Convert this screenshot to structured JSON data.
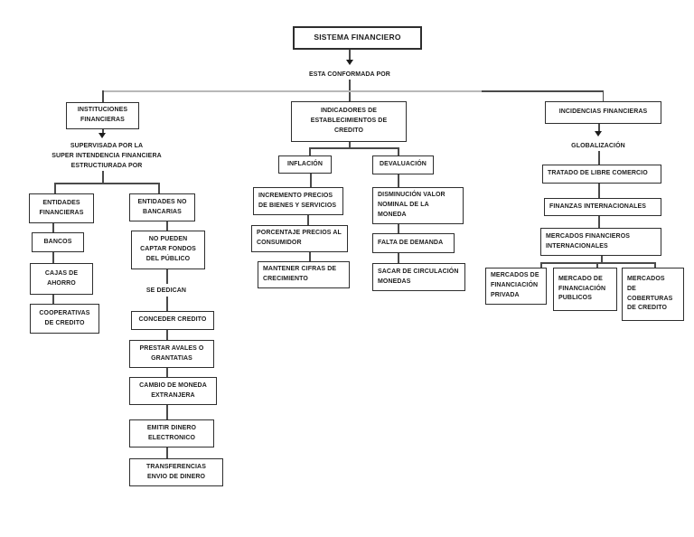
{
  "colors": {
    "background": "#ffffff",
    "box_border": "#2e2e2e",
    "text": "#1c1c1c",
    "connector": "#4a4a4a",
    "connector_light": "#b8b8b8"
  },
  "nodes": {
    "sistema": {
      "label": "SISTEMA FINANCIERO"
    },
    "conformada": {
      "label": "ESTA CONFORMADA POR"
    },
    "instituciones": {
      "label": "INSTITUCIONES\nFINANCIERAS"
    },
    "supervisada": {
      "label": "SUPERVISADA POR LA\nSUPER INTENDENCIA FINANCIERA\nESTRUCTIURADA POR"
    },
    "entidades_fin": {
      "label": "ENTIDADES\nFINANCIERAS"
    },
    "bancos": {
      "label": "BANCOS"
    },
    "cajas": {
      "label": "CAJAS DE\nAHORRO"
    },
    "cooperativas": {
      "label": "COOPERATIVAS\nDE CREDITO"
    },
    "entidades_no": {
      "label": "ENTIDADES NO\nBANCARIAS"
    },
    "no_pueden": {
      "label": "NO PUEDEN\nCAPTAR FONDOS\nDEL PÚBLICO"
    },
    "se_dedican": {
      "label": "SE DEDICAN"
    },
    "conceder": {
      "label": "CONCEDER CREDITO"
    },
    "prestar": {
      "label": "PRESTAR AVALES O\nGRANTATIAS"
    },
    "cambio": {
      "label": "CAMBIO DE MONEDA\nEXTRANJERA"
    },
    "emitir": {
      "label": "EMITIR DINERO\nELECTRONICO"
    },
    "transferencias": {
      "label": "TRANSFERENCIAS\nENVIO DE DINERO"
    },
    "indicadores": {
      "label": "INDICADORES DE\nESTABLECIMIENTOS DE\nCREDITO"
    },
    "inflacion": {
      "label": "INFLACIÓN"
    },
    "devaluacion": {
      "label": "DEVALUACIÓN"
    },
    "incremento": {
      "label": "INCREMENTO PRECIOS\nDE BIENES Y SERVICIOS"
    },
    "porcentaje": {
      "label": "PORCENTAJE PRECIOS AL\nCONSUMIDOR"
    },
    "mantener": {
      "label": "MANTENER CIFRAS DE\nCRECIMIENTO"
    },
    "disminucion": {
      "label": "DISMINUCIÓN VALOR\nNOMINAL DE LA\nMONEDA"
    },
    "falta": {
      "label": "FALTA DE DEMANDA"
    },
    "sacar": {
      "label": "SACAR DE CIRCULACIÓN\nMONEDAS"
    },
    "incidencias": {
      "label": "INCIDENCIAS FINANCIERAS"
    },
    "globalizacion": {
      "label": "GLOBALIZACIÓN"
    },
    "tratado": {
      "label": "TRATADO DE LIBRE COMERCIO"
    },
    "finanzas": {
      "label": "FINANZAS INTERNACIONALES"
    },
    "mercados_int": {
      "label": "MERCADOS FINANCIEROS\nINTERNACIONALES"
    },
    "privada": {
      "label": "MERCADOS DE\nFINANCIACIÓN\nPRIVADA"
    },
    "publicos": {
      "label": "MERCADO DE\nFINANCIACIÓN\nPUBLICOS"
    },
    "coberturas": {
      "label": "MERCADOS\nDE\nCOBERTURAS\nDE CREDITO"
    }
  }
}
